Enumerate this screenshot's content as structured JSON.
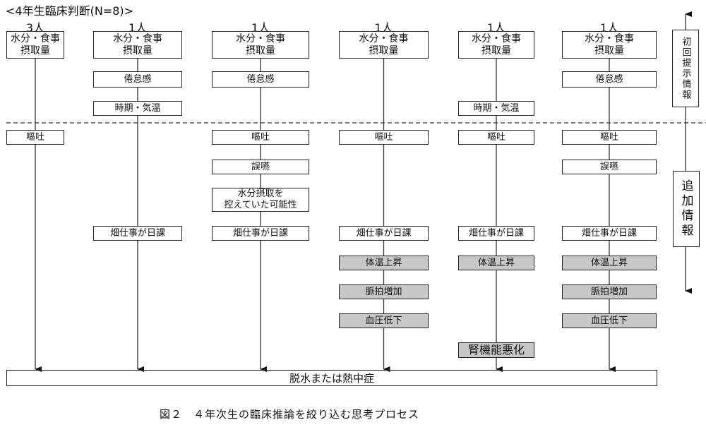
{
  "title": "<4年生臨床判断(N=8)>",
  "caption": "図２　４年次生の臨床推論を絞り込む思考プロセス",
  "final_outcome": "脱水または熱中症",
  "side_labels": {
    "initial": "初回提示情報",
    "additional": "追加情報"
  },
  "columns": [
    {
      "count": "3人",
      "initial": [
        "水分・食事\n摂取量"
      ],
      "items": [
        {
          "label": "水分・食事 摂取量",
          "row": "top",
          "style": "white"
        },
        {
          "label": "嘔吐",
          "row": "vomit",
          "style": "white"
        }
      ]
    },
    {
      "count": "1人",
      "items": [
        {
          "label": "水分・食事 摂取量",
          "row": "top",
          "style": "white"
        },
        {
          "label": "倦怠感",
          "row": "fatigue",
          "style": "white"
        },
        {
          "label": "時期・気温",
          "row": "season",
          "style": "white"
        },
        {
          "label": "畑仕事が日課",
          "row": "farm",
          "style": "white"
        }
      ]
    },
    {
      "count": "1人",
      "items": [
        {
          "label": "水分・食事 摂取量",
          "row": "top",
          "style": "white"
        },
        {
          "label": "倦怠感",
          "row": "fatigue",
          "style": "white"
        },
        {
          "label": "嘔吐",
          "row": "vomit",
          "style": "white"
        },
        {
          "label": "誤嚥",
          "row": "aspiration",
          "style": "white"
        },
        {
          "label": "水分摂取を 控えていた可能性",
          "row": "restrict",
          "style": "white"
        },
        {
          "label": "畑仕事が日課",
          "row": "farm",
          "style": "white"
        }
      ]
    },
    {
      "count": "1人",
      "items": [
        {
          "label": "水分・食事 摂取量",
          "row": "top",
          "style": "white"
        },
        {
          "label": "嘔吐",
          "row": "vomit",
          "style": "white"
        },
        {
          "label": "畑仕事が日課",
          "row": "farm",
          "style": "white"
        },
        {
          "label": "体温上昇",
          "row": "temp",
          "style": "gray"
        },
        {
          "label": "脈拍増加",
          "row": "pulse",
          "style": "gray"
        },
        {
          "label": "血圧低下",
          "row": "bp",
          "style": "gray"
        }
      ]
    },
    {
      "count": "1人",
      "items": [
        {
          "label": "水分・食事 摂取量",
          "row": "top",
          "style": "white"
        },
        {
          "label": "時期・気温",
          "row": "season",
          "style": "white"
        },
        {
          "label": "嘔吐",
          "row": "vomit",
          "style": "white"
        },
        {
          "label": "畑仕事が日課",
          "row": "farm",
          "style": "white"
        },
        {
          "label": "体温上昇",
          "row": "temp",
          "style": "gray"
        },
        {
          "label": "腎機能悪化",
          "row": "kidney",
          "style": "gray-big"
        }
      ]
    },
    {
      "count": "1人",
      "items": [
        {
          "label": "水分・食事 摂取量",
          "row": "top",
          "style": "white"
        },
        {
          "label": "倦怠感",
          "row": "fatigue",
          "style": "white"
        },
        {
          "label": "嘔吐",
          "row": "vomit",
          "style": "white"
        },
        {
          "label": "誤嚥",
          "row": "aspiration",
          "style": "white"
        },
        {
          "label": "畑仕事が日課",
          "row": "farm",
          "style": "white"
        },
        {
          "label": "体温上昇",
          "row": "temp",
          "style": "gray"
        },
        {
          "label": "脈拍増加",
          "row": "pulse",
          "style": "gray"
        },
        {
          "label": "血圧低下",
          "row": "bp",
          "style": "gray"
        }
      ]
    }
  ]
}
